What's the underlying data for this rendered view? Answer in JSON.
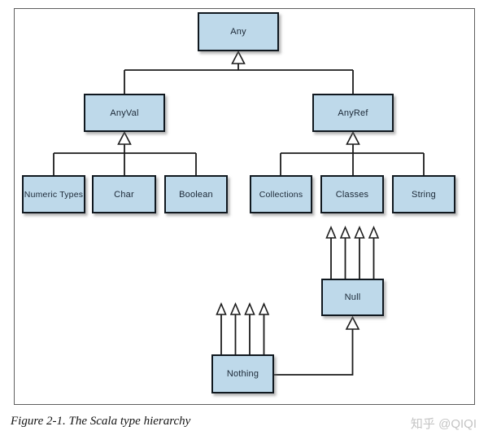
{
  "nodes": {
    "any": {
      "label": "Any"
    },
    "anyval": {
      "label": "AnyVal"
    },
    "anyref": {
      "label": "AnyRef"
    },
    "numeric": {
      "label": "Numeric Types"
    },
    "char": {
      "label": "Char"
    },
    "boolean": {
      "label": "Boolean"
    },
    "collections": {
      "label": "Collections"
    },
    "classes": {
      "label": "Classes"
    },
    "string": {
      "label": "String"
    },
    "null": {
      "label": "Null"
    },
    "nothing": {
      "label": "Nothing"
    }
  },
  "caption": {
    "text": "Figure 2-1. The Scala type hierarchy"
  },
  "watermark": {
    "text": "知乎 @QIQI"
  },
  "colors": {
    "node_fill": "#bed9ea",
    "node_border": "#10181f",
    "node_text": "#1b2836",
    "line_color": "#1c1c1c",
    "frame_color": "#5f5f5f"
  }
}
